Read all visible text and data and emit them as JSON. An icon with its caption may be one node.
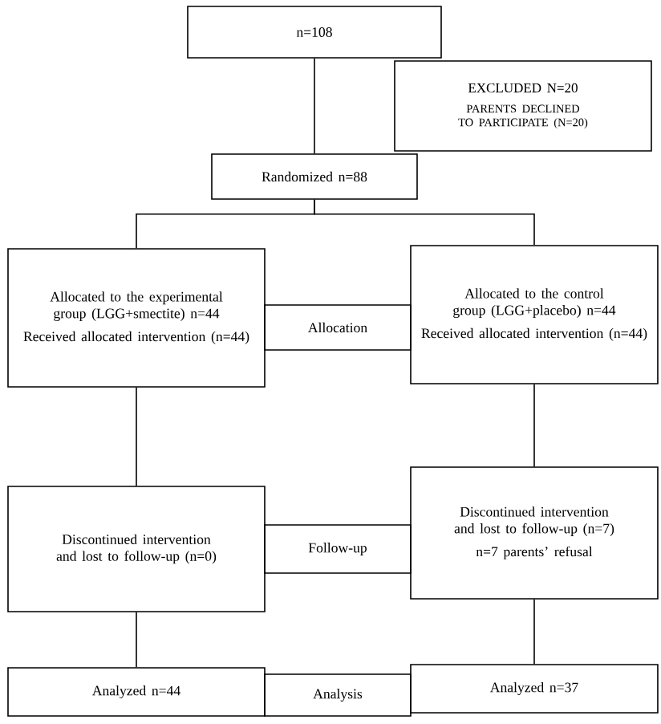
{
  "diagram": {
    "nodes": [
      {
        "text": [
          "n=108"
        ]
      },
      {
        "text": [
          "EXCLUDED N=20",
          "PARENTS DECLINED TO PARTICIPATE (N=20)"
        ]
      },
      {
        "text": [
          "Randomized n=88"
        ]
      },
      {
        "text": [
          "Allocated to the experimental group (LGG+smectite) n=44",
          "Received allocated intervention (n=44)"
        ]
      },
      {
        "text": [
          "Allocation"
        ]
      },
      {
        "text": [
          "Allocated to the control group (LGG+placebo) n=44",
          "Received allocated intervention (n=44)"
        ]
      },
      {
        "text": [
          "Discontinued intervention and lost to follow-up (n=0)"
        ]
      },
      {
        "text": [
          "Follow-up"
        ]
      },
      {
        "text": [
          "Discontinued intervention and lost to follow-up (n=7)",
          "n=7 parents’ refusal"
        ]
      },
      {
        "text": [
          "Analyzed n=44"
        ]
      },
      {
        "text": [
          "Analysis"
        ]
      },
      {
        "text": [
          "Analyzed n=37"
        ]
      }
    ],
    "edges": [
      {
        "from": 0,
        "to": 2,
        "arrow": "none"
      },
      {
        "from": 2,
        "to": 3,
        "arrow": "none"
      },
      {
        "from": 2,
        "to": 5,
        "arrow": "none"
      },
      {
        "from": 3,
        "to": 6,
        "arrow": "none"
      },
      {
        "from": 5,
        "to": 8,
        "arrow": "none"
      },
      {
        "from": 6,
        "to": 9,
        "arrow": "none"
      },
      {
        "from": 8,
        "to": 11,
        "arrow": "none"
      }
    ]
  }
}
